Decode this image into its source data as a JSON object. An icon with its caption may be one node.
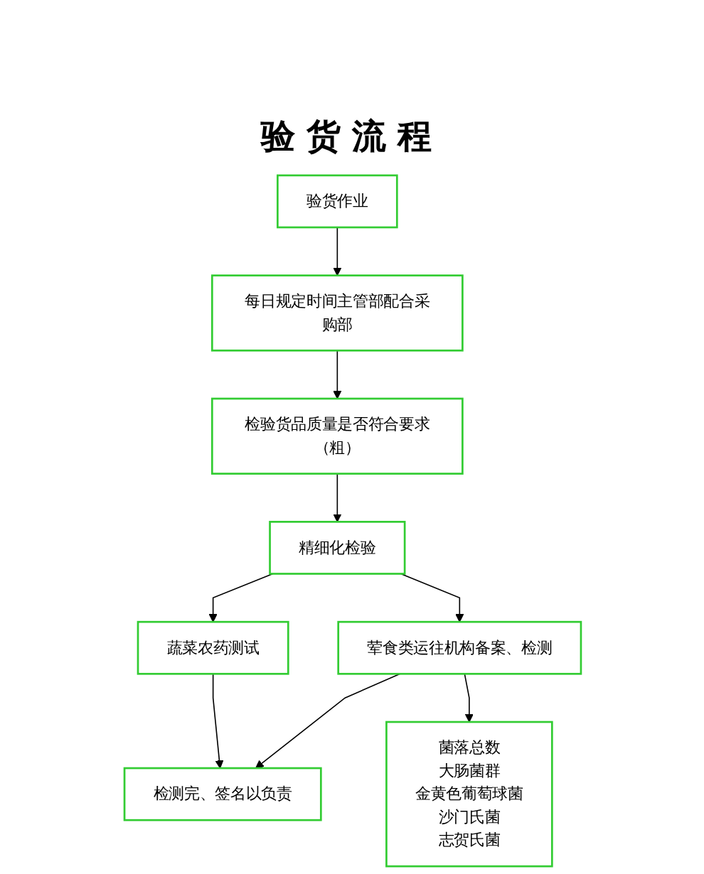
{
  "diagram": {
    "title": "验货流程",
    "nodes": [
      {
        "text": [
          "验货作业"
        ]
      },
      {
        "text": [
          "每日规定时间主管部配合采购部"
        ]
      },
      {
        "text": [
          "检验货品质量是否符合要求（粗）"
        ]
      },
      {
        "text": [
          "精细化检验"
        ]
      },
      {
        "text": [
          "蔬菜农药测试"
        ]
      },
      {
        "text": [
          "荤食类运往机构备案、检测"
        ]
      },
      {
        "text": [
          "菌落总数",
          "大肠菌群",
          "金黄色葡萄球菌",
          "沙门氏菌",
          "志贺氏菌"
        ]
      },
      {
        "text": [
          "检测完、签名以负责"
        ]
      }
    ],
    "edges": [
      {
        "from": 0,
        "to": 1,
        "arrow": "to"
      },
      {
        "from": 1,
        "to": 2,
        "arrow": "to"
      },
      {
        "from": 2,
        "to": 3,
        "arrow": "to"
      },
      {
        "from": 3,
        "to": 4,
        "arrow": "to"
      },
      {
        "from": 3,
        "to": 5,
        "arrow": "to"
      },
      {
        "from": 5,
        "to": 6,
        "arrow": "to"
      },
      {
        "from": 4,
        "to": 7,
        "arrow": "to"
      },
      {
        "from": 5,
        "to": 7,
        "arrow": "to"
      }
    ]
  }
}
